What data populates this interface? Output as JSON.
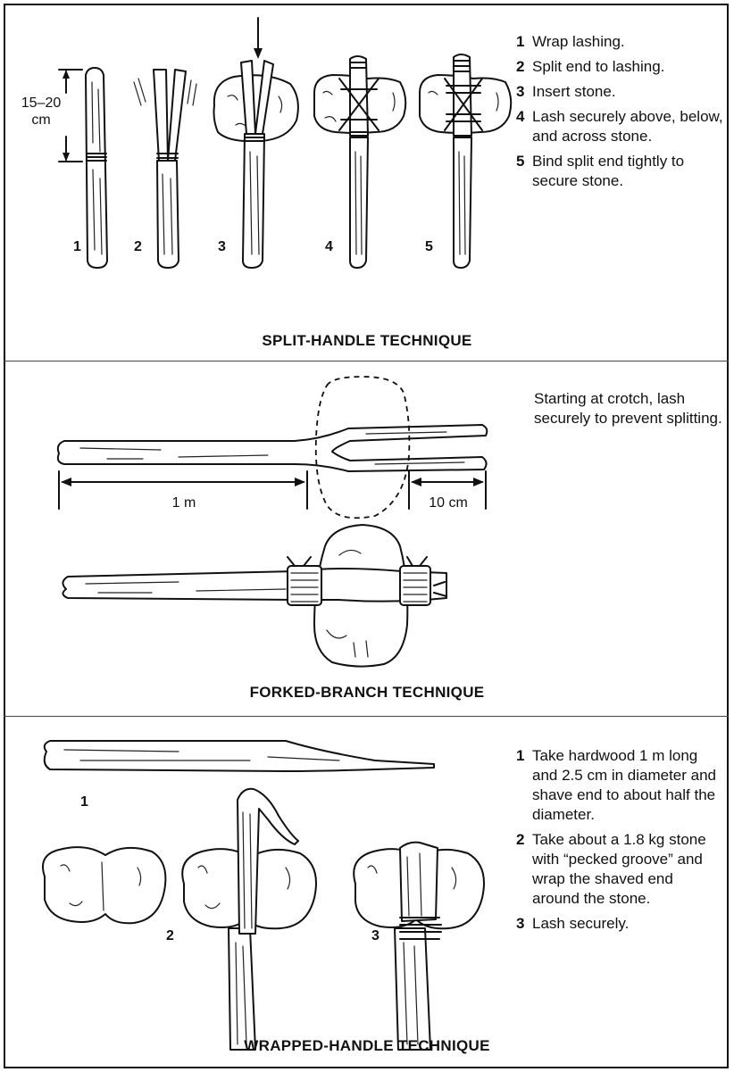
{
  "split_handle": {
    "title": "SPLIT-HANDLE TECHNIQUE",
    "measurement": "15–20\ncm",
    "figure_labels": [
      "1",
      "2",
      "3",
      "4",
      "5"
    ],
    "steps": [
      {
        "num": "1",
        "text": "Wrap lashing."
      },
      {
        "num": "2",
        "text": "Split end to lashing."
      },
      {
        "num": "3",
        "text": "Insert stone."
      },
      {
        "num": "4",
        "text": "Lash securely above, below, and across stone."
      },
      {
        "num": "5",
        "text": "Bind split end tightly to secure stone."
      }
    ]
  },
  "forked_branch": {
    "title": "FORKED-BRANCH TECHNIQUE",
    "note": "Starting at crotch, lash securely to prevent splitting.",
    "measure_length": "1 m",
    "measure_fork": "10 cm"
  },
  "wrapped_handle": {
    "title": "WRAPPED-HANDLE TECHNIQUE",
    "figure_labels": [
      "1",
      "2",
      "3"
    ],
    "steps": [
      {
        "num": "1",
        "text": "Take hardwood 1 m long and 2.5 cm in diameter and shave end to about half the diameter."
      },
      {
        "num": "2",
        "text": "Take about a 1.8 kg stone with “pecked groove” and wrap the shaved end around the stone."
      },
      {
        "num": "3",
        "text": "Lash securely."
      }
    ]
  }
}
